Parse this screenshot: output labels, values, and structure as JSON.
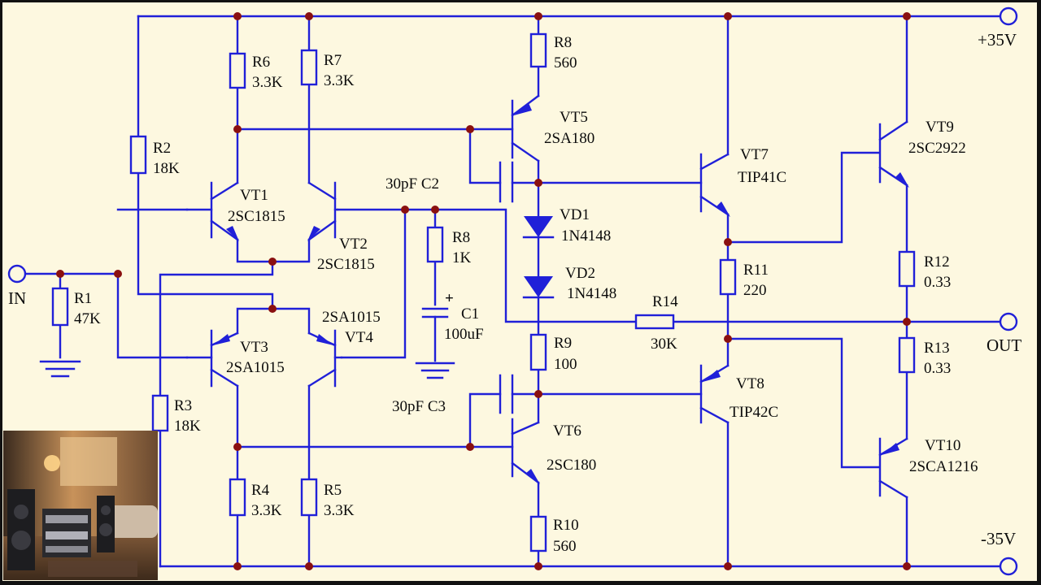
{
  "labels": {
    "vplus": "+35V",
    "vminus": "-35V",
    "in": "IN",
    "out": "OUT",
    "r1": "R1",
    "r1v": "47K",
    "r2": "R2",
    "r2v": "18K",
    "r3": "R3",
    "r3v": "18K",
    "r4": "R4",
    "r4v": "3.3K",
    "r5": "R5",
    "r5v": "3.3K",
    "r6": "R6",
    "r6v": "3.3K",
    "r7": "R7",
    "r7v": "3.3K",
    "r8": "R8",
    "r8v": "560",
    "r8b": "R8",
    "r8bv": "1K",
    "r9": "R9",
    "r9v": "100",
    "r10": "R10",
    "r10v": "560",
    "r11": "R11",
    "r11v": "220",
    "r12": "R12",
    "r12v": "0.33",
    "r13": "R13",
    "r13v": "0.33",
    "r14": "R14",
    "r14v": "30K",
    "c1": "C1",
    "c1v": "100uF",
    "c1plus": "+",
    "c2": "30pF  C2",
    "c3": "30pF  C3",
    "vt1": "VT1",
    "vt1v": "2SC1815",
    "vt2": "VT2",
    "vt2v": "2SC1815",
    "vt3": "VT3",
    "vt3v": "2SA1015",
    "vt4": "VT4",
    "vt4v": "2SA1015",
    "vt5": "VT5",
    "vt5v": "2SA180",
    "vt6": "VT6",
    "vt6v": "2SC180",
    "vt7": "VT7",
    "vt7v": "TIP41C",
    "vt8": "VT8",
    "vt8v": "TIP42C",
    "vt9": "VT9",
    "vt9v": "2SC2922",
    "vt10": "VT10",
    "vt10v": "2SCA1216",
    "vd1": "VD1",
    "vd1v": "1N4148",
    "vd2": "VD2",
    "vd2v": "1N4148"
  },
  "colors": {
    "wire": "#2020d8",
    "junction": "#8a1010",
    "background": "#fdf8e0"
  }
}
